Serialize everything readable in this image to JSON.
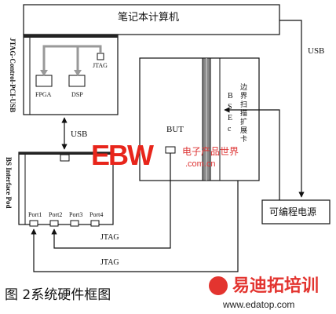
{
  "diagram": {
    "laptop": "笔记本计算机",
    "usb_right": "USB",
    "usb_left": "USB",
    "control_card": "JTAG-Control-PCI-USB",
    "jtag_chip": "JTAG",
    "fpga": "FPGA",
    "dsp": "DSP",
    "interface_pod": "BS Interface Pod",
    "ports": [
      "Port1",
      "Port2",
      "Port3",
      "Port4"
    ],
    "but": "BUT",
    "bse_letters": [
      "B",
      "S",
      "E",
      "c"
    ],
    "scan_card": "边界扫描扩展卡",
    "power": "可编程电源",
    "jtag_line1": "JTAG",
    "jtag_line2": "JTAG"
  },
  "caption": "图 2系统硬件框图",
  "watermark": {
    "logo_text": "EBW",
    "logo_cn": "电子产品世界",
    "logo_url": ".com.cn",
    "site_cn": "易迪拓培训",
    "site_url": "www.edatop.com"
  }
}
